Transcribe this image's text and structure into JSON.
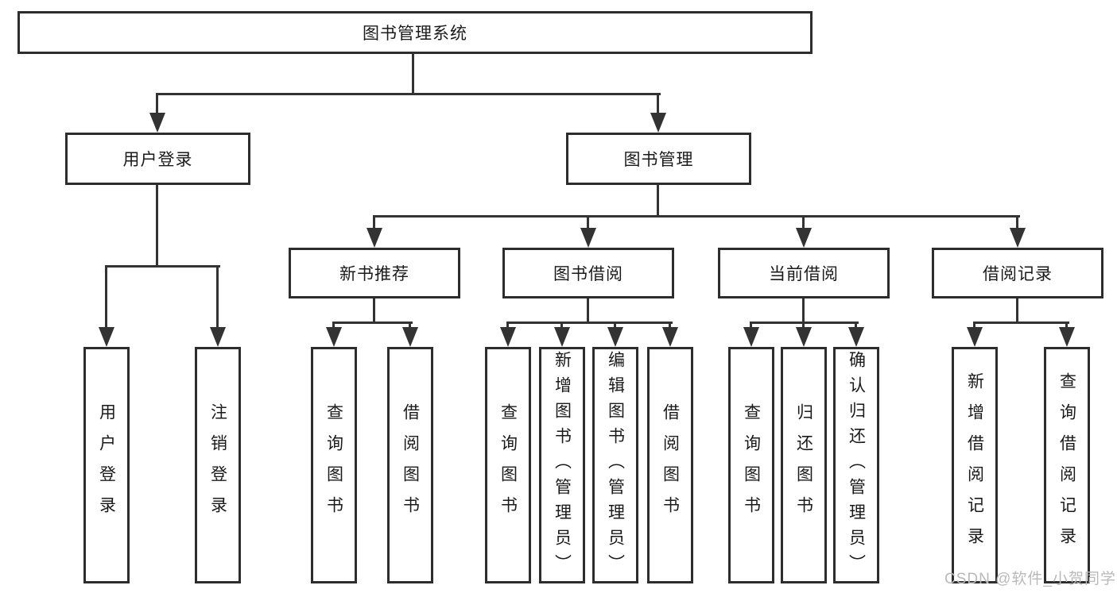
{
  "diagram": {
    "root_label": "图书管理系统",
    "level2": {
      "user_login": "用户登录",
      "book_management": "图书管理"
    },
    "level3": {
      "new_book_recommend": "新书推荐",
      "book_borrow": "图书借阅",
      "current_borrow": "当前借阅",
      "borrow_record": "借阅记录"
    },
    "leaves": {
      "user_login": [
        "用户登录",
        "注销登录"
      ],
      "new_book_recommend": [
        "查询图书",
        "借阅图书"
      ],
      "book_borrow": [
        "查询图书",
        "新增图书（管理员）",
        "编辑图书（管理员）",
        "借阅图书"
      ],
      "current_borrow": [
        "查询图书",
        "归还图书",
        "确认归还（管理员）"
      ],
      "borrow_record": [
        "新增借阅记录",
        "查询借阅记录"
      ]
    }
  },
  "watermark": "CSDN @软件_小贺同学",
  "colors": {
    "line": "#333333",
    "box_border": "#2d2d2d",
    "text": "#1a1a1a",
    "watermark": "#b9b9b9",
    "background": "#ffffff"
  }
}
